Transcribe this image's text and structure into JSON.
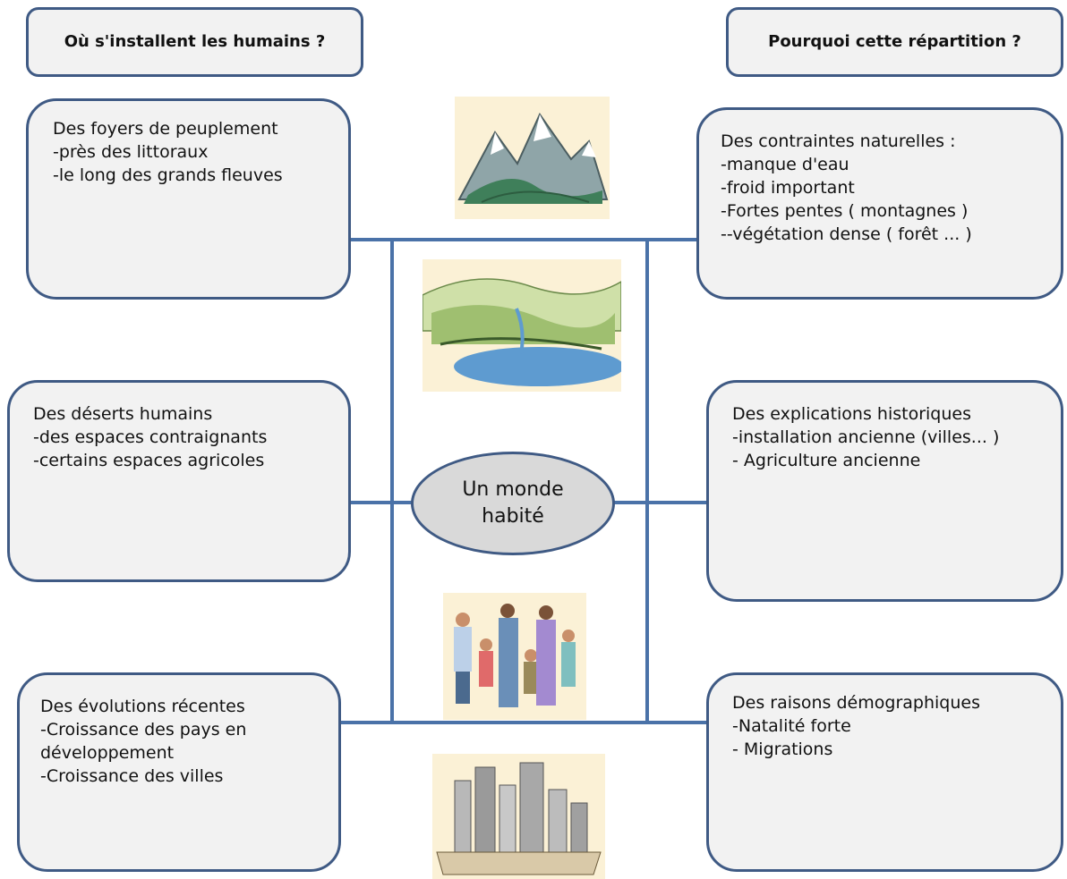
{
  "headers": {
    "left": "Où s'installent les humains ?",
    "right": "Pourquoi cette répartition ?"
  },
  "center": {
    "line1": "Un monde",
    "line2": "habité"
  },
  "left_boxes": [
    {
      "lines": [
        "Des foyers de peuplement",
        "-près des littoraux",
        "-le long des grands fleuves"
      ]
    },
    {
      "lines": [
        "Des déserts humains",
        "-des espaces contraignants",
        "-certains espaces agricoles"
      ]
    },
    {
      "lines": [
        "Des évolutions récentes",
        "-Croissance des pays en",
        "développement",
        "-Croissance des villes"
      ]
    }
  ],
  "right_boxes": [
    {
      "lines": [
        "Des contraintes naturelles :",
        "-manque d'eau",
        "-froid important",
        "-Fortes pentes ( montagnes )",
        "--végétation dense ( forêt ... )"
      ]
    },
    {
      "lines": [
        "Des explications historiques",
        "-installation ancienne  (villes... )",
        "- Agriculture ancienne"
      ]
    },
    {
      "lines": [
        "Des raisons démographiques",
        "-Natalité forte",
        "- Migrations"
      ]
    }
  ],
  "images": [
    "mountains-illustration",
    "coastal-valley-illustration",
    "family-illustration",
    "city-illustration"
  ],
  "colors": {
    "border": "#3f5a84",
    "box_fill": "#f2f2f2",
    "oval_fill": "#d9d9d9",
    "connector": "#4a72a8"
  }
}
